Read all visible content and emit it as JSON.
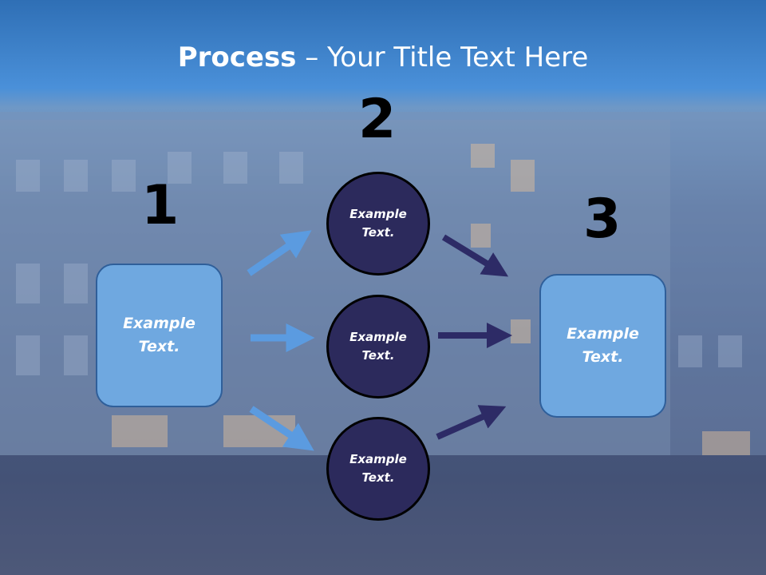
{
  "slide": {
    "title_bold": "Process",
    "title_rest": " – Your Title Text Here"
  },
  "steps": {
    "step1_number": "1",
    "step2_number": "2",
    "step3_number": "3"
  },
  "nodes": {
    "left_box": "Example Text.",
    "circle_top": "Example Text.",
    "circle_middle": "Example Text.",
    "circle_bottom": "Example Text.",
    "right_box": "Example Text."
  },
  "colors": {
    "light_blue": "#6fa8e0",
    "dark_navy": "#2c2a5c",
    "light_arrow": "#5b9be0",
    "dark_arrow": "#2d2b66"
  }
}
